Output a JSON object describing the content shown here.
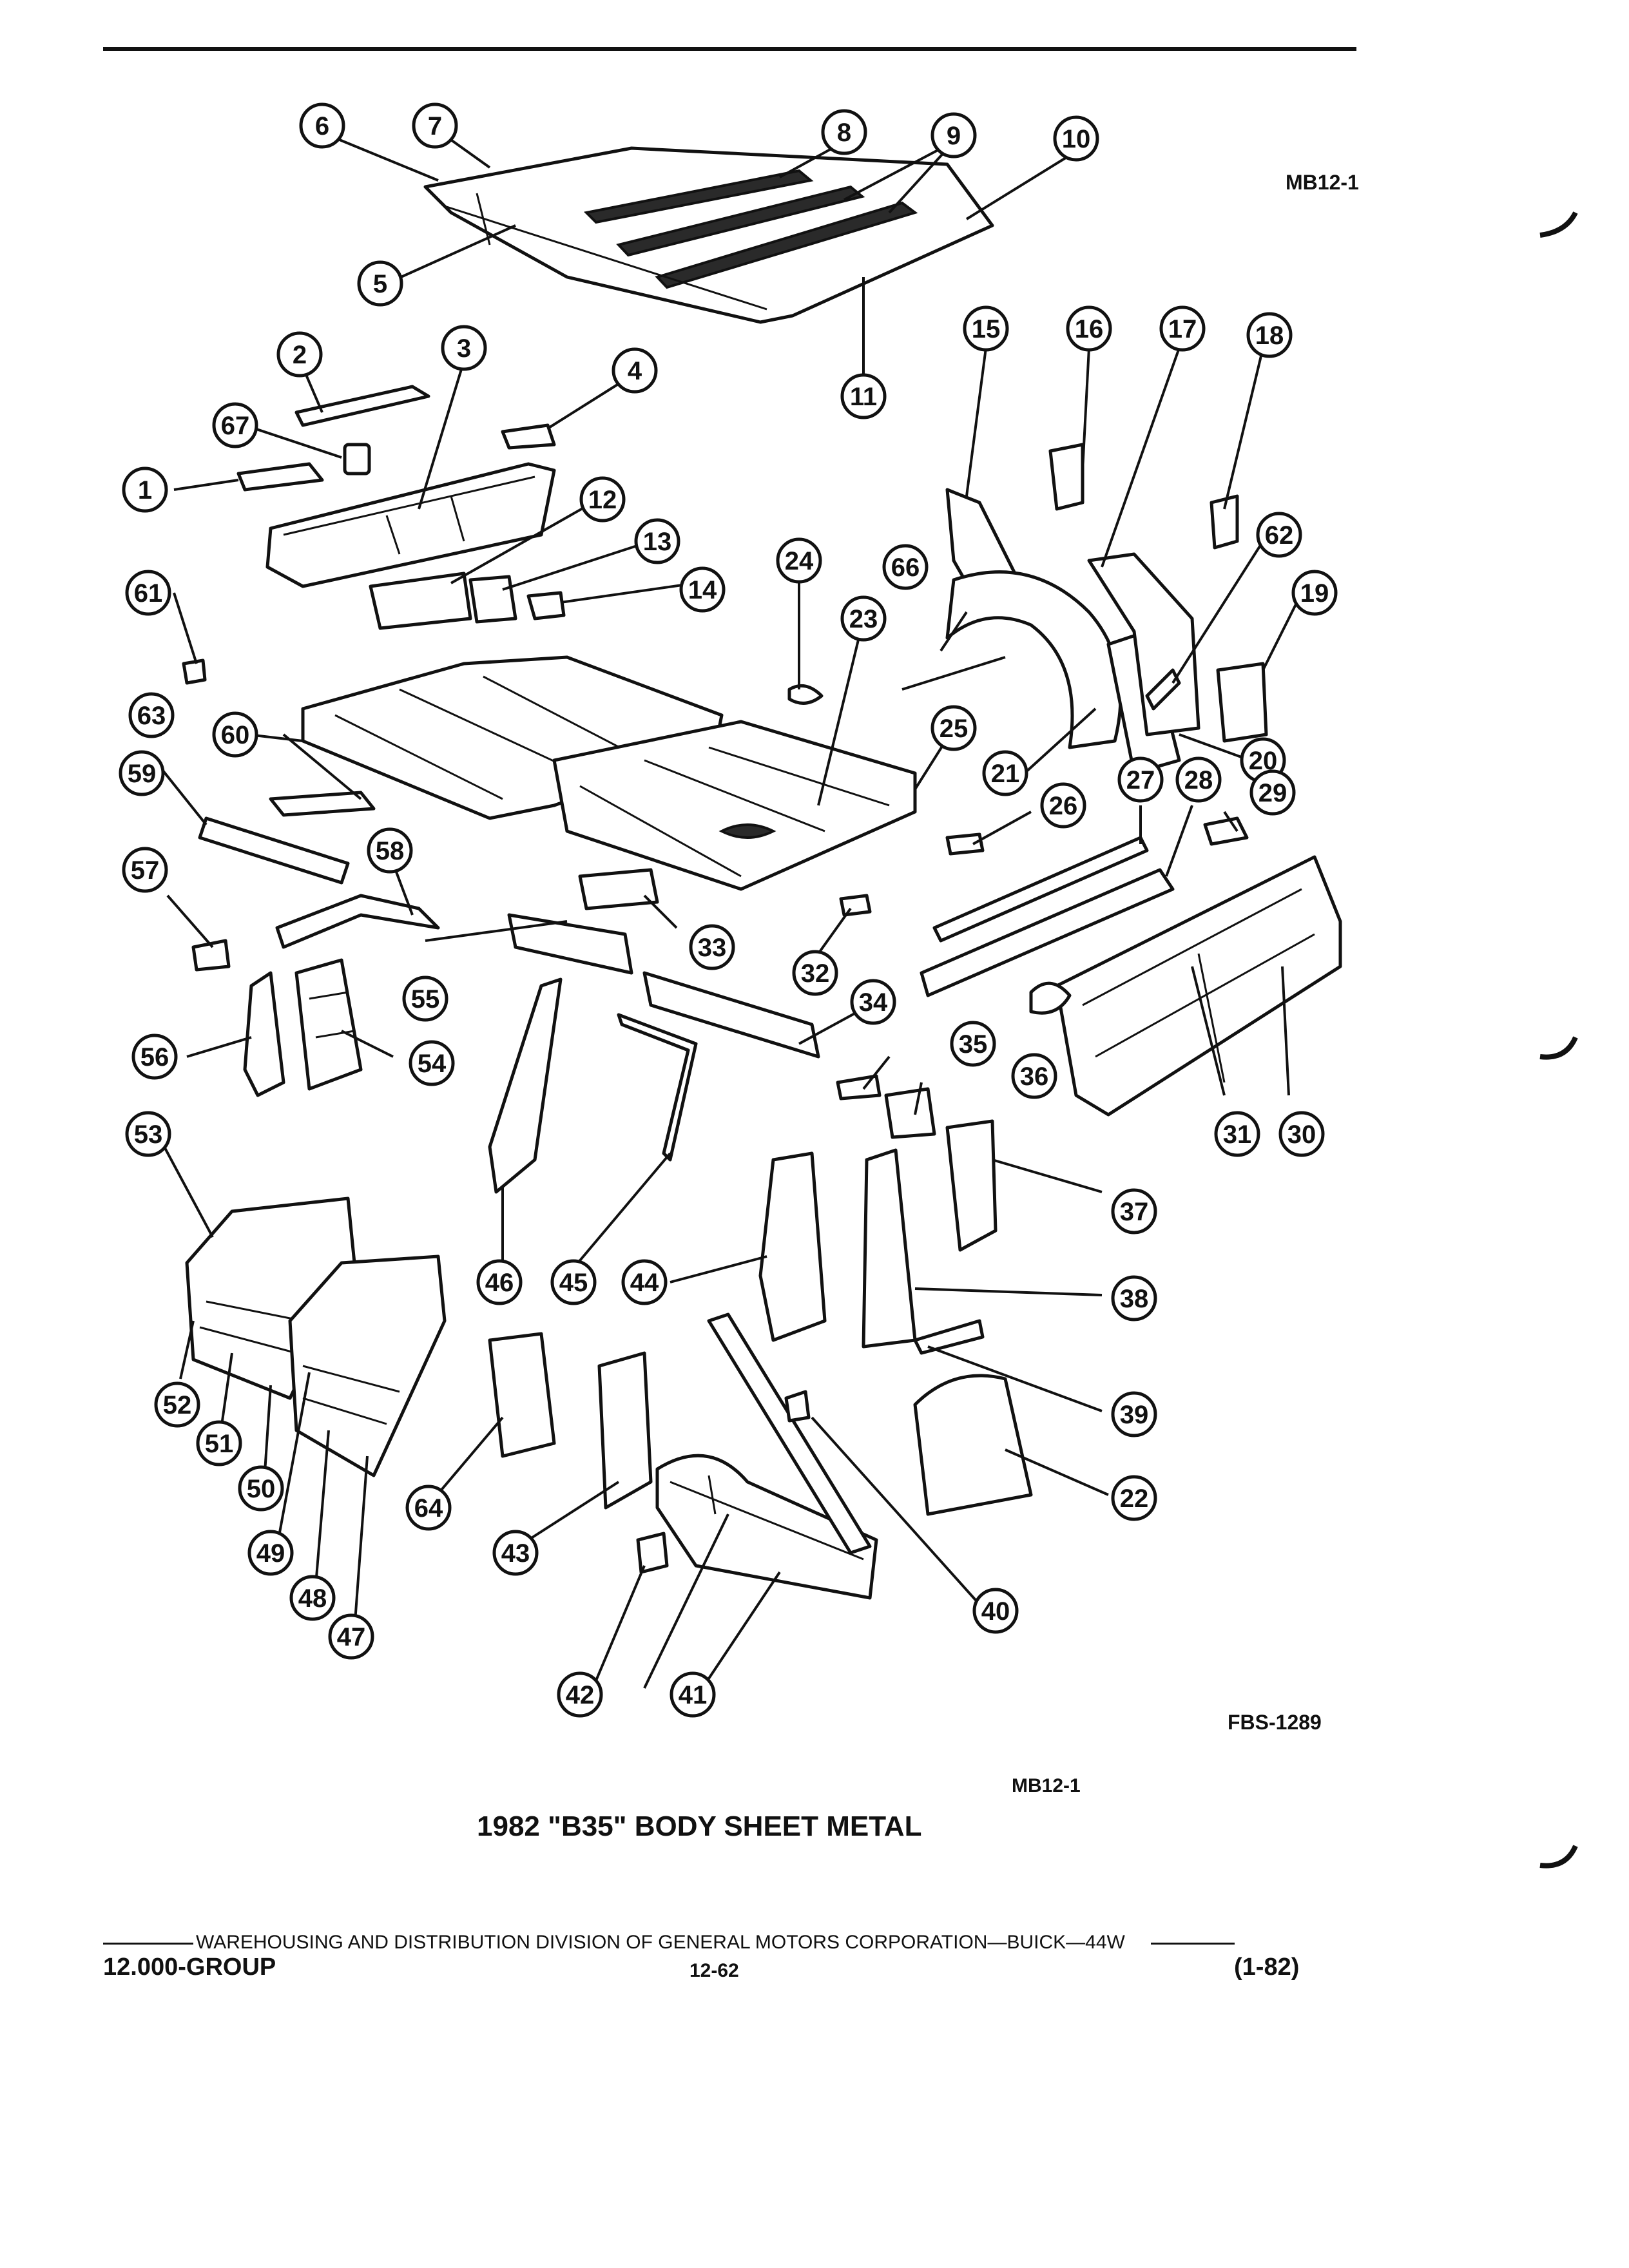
{
  "header": {
    "code_top": "MB12-1",
    "code_figure": "FBS-1289",
    "code_bottom": "MB12-1"
  },
  "diagram": {
    "title": "1982 \"B35\" BODY SHEET METAL",
    "callouts": [
      "1",
      "2",
      "3",
      "4",
      "5",
      "6",
      "7",
      "8",
      "9",
      "10",
      "11",
      "12",
      "13",
      "14",
      "15",
      "16",
      "17",
      "18",
      "19",
      "20",
      "21",
      "22",
      "23",
      "24",
      "25",
      "26",
      "27",
      "28",
      "29",
      "30",
      "31",
      "32",
      "33",
      "34",
      "35",
      "36",
      "37",
      "38",
      "39",
      "40",
      "41",
      "42",
      "43",
      "44",
      "45",
      "46",
      "47",
      "48",
      "49",
      "50",
      "51",
      "52",
      "53",
      "54",
      "55",
      "56",
      "57",
      "58",
      "59",
      "60",
      "61",
      "62",
      "63",
      "64",
      "66",
      "67"
    ]
  },
  "footer": {
    "publisher": "WAREHOUSING AND DISTRIBUTION DIVISION OF GENERAL MOTORS CORPORATION—BUICK—44W",
    "group": "12.000-GROUP",
    "page": "12-62",
    "revision": "(1-82)"
  }
}
